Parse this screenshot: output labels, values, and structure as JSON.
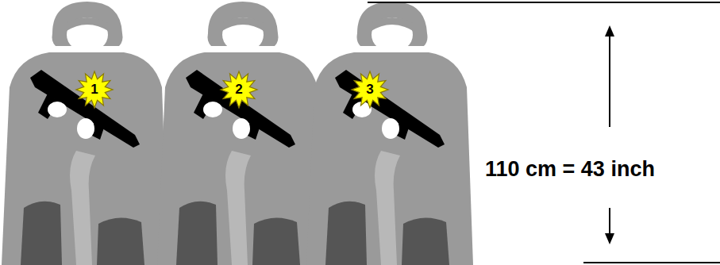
{
  "diagram": {
    "nodes": [
      {
        "text": [
          "1"
        ]
      },
      {
        "text": [
          "2"
        ]
      },
      {
        "text": [
          "3"
        ]
      }
    ],
    "labels": [
      "110 cm = 43 inch"
    ]
  }
}
